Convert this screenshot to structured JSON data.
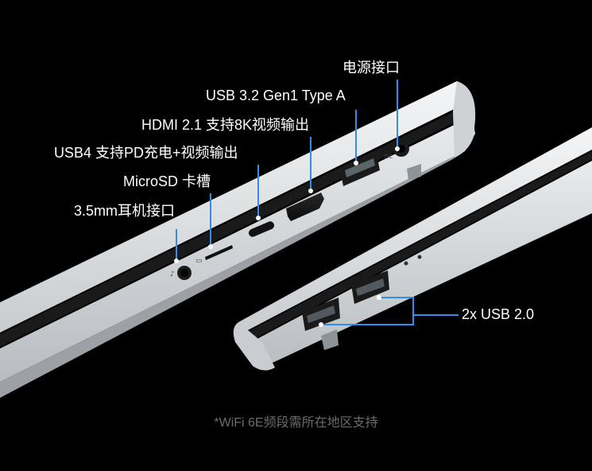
{
  "callouts": {
    "power_port": "电源接口",
    "usb_a": "USB 3.2 Gen1 Type A",
    "hdmi": "HDMI 2.1 支持8K视频输出",
    "usb4": "USB4 支持PD充电+视频输出",
    "microsd": "MicroSD 卡槽",
    "audio_jack": "3.5mm耳机接口",
    "usb2": "2x USB 2.0"
  },
  "footnote": "*WiFi 6E频段需所在地区支持",
  "colors": {
    "background": "#000000",
    "chassis": "#d9dcde",
    "callout_line": "#2f8ff0",
    "label_text": "#ffffff",
    "footnote_text": "#6b6b6b"
  }
}
